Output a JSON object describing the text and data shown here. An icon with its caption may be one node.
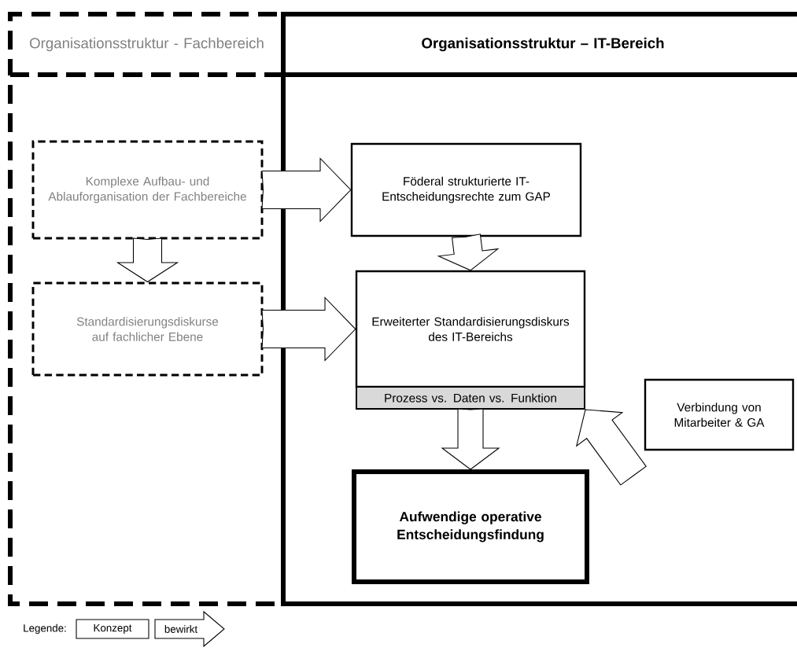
{
  "diagram": {
    "nodes": [
      {
        "text": [
          "Organisationsstruktur - Fachbereich"
        ]
      },
      {
        "text": [
          "Organisationsstruktur – IT-Bereich"
        ]
      },
      {
        "text": [
          "Komplexe Aufbau- und Ablauforganisation der Fachbereiche"
        ]
      },
      {
        "text": [
          "Standardisierungsdiskurse auf fachlicher Ebene"
        ]
      },
      {
        "text": [
          "Föderal strukturierte IT-Entscheidungsrechte zum GAP"
        ]
      },
      {
        "text": [
          "Erweiterter Standardisierungsdiskurs des IT-Bereichs"
        ]
      },
      {
        "text": [
          "Prozess vs. Daten vs. Funktion"
        ]
      },
      {
        "text": [
          "Verbindung von Mitarbeiter & GA"
        ]
      },
      {
        "text": [
          "Aufwendige operative Entscheidungsfindung"
        ]
      }
    ],
    "edges": [
      {
        "from": 2,
        "to": 3,
        "arrow": "to"
      },
      {
        "from": 2,
        "to": 4,
        "arrow": "to"
      },
      {
        "from": 3,
        "to": 5,
        "arrow": "to"
      },
      {
        "from": 4,
        "to": 5,
        "arrow": "to"
      },
      {
        "from": 6,
        "to": 8,
        "arrow": "to"
      },
      {
        "from": null,
        "to": 6,
        "arrow": "to"
      }
    ],
    "labels": [
      "Legende:"
    ],
    "legend": [
      {
        "text": "Konzept"
      },
      {
        "text": "bewirkt"
      }
    ]
  }
}
